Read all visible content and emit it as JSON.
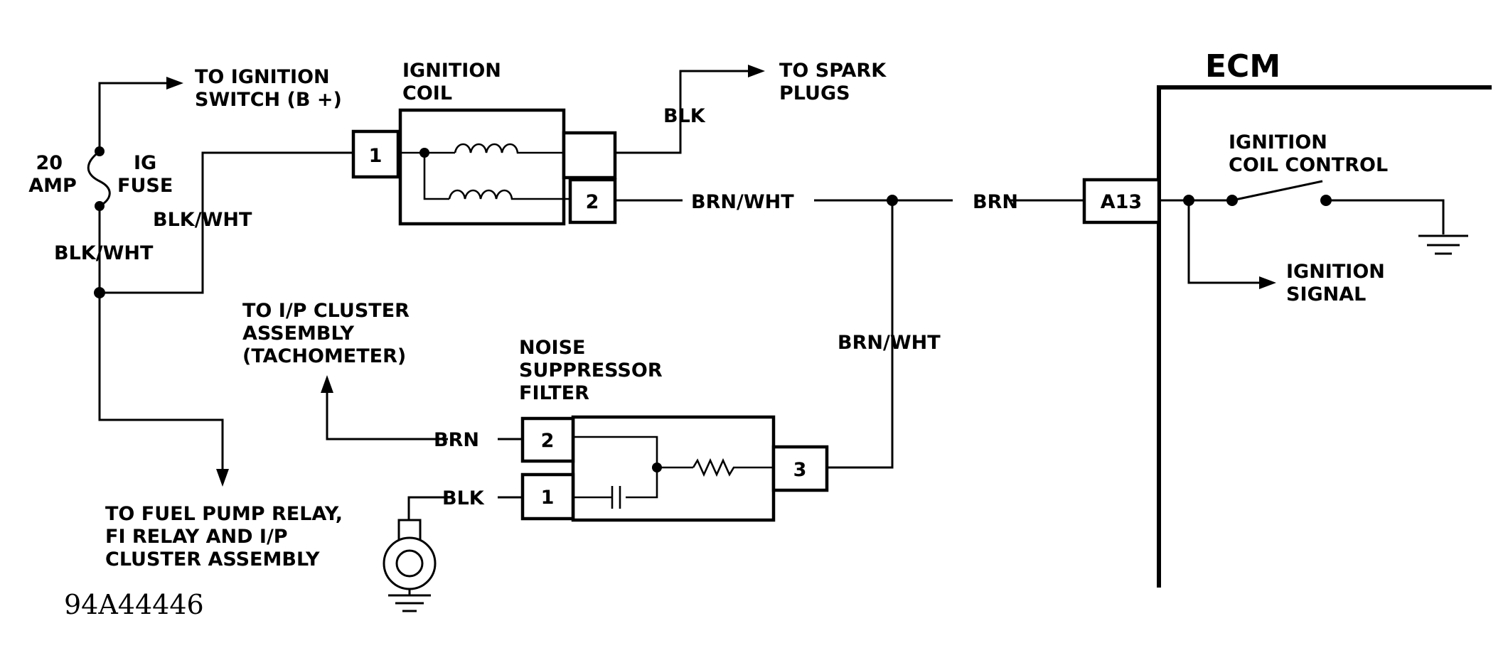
{
  "labels": {
    "to_ignition_switch": [
      "TO IGNITION",
      "SWITCH (B +)"
    ],
    "fuse_amp": [
      "20",
      "AMP"
    ],
    "fuse_name": [
      "IG",
      "FUSE"
    ],
    "ignition_coil": [
      "IGNITION",
      "COIL"
    ],
    "to_spark_plugs": [
      "TO SPARK",
      "PLUGS"
    ],
    "wire_blk_top": "BLK",
    "wire_blk_wht_upper": "BLK/WHT",
    "wire_blk_wht_lower": "BLK/WHT",
    "wire_brn_wht_mid": "BRN/WHT",
    "wire_brn_mid": "BRN",
    "wire_brn_wht_vertical": "BRN/WHT",
    "ecm": "ECM",
    "ignition_coil_control": [
      "IGNITION",
      "COIL CONTROL"
    ],
    "ignition_signal": [
      "IGNITION",
      "SIGNAL"
    ],
    "to_ip_cluster": [
      "TO I/P CLUSTER",
      "ASSEMBLY",
      "(TACHOMETER)"
    ],
    "noise_suppressor_filter": [
      "NOISE",
      "SUPPRESSOR",
      "FILTER"
    ],
    "wire_brn_filter": "BRN",
    "wire_blk_filter": "BLK",
    "to_fuel_pump_relay": [
      "TO FUEL PUMP RELAY,",
      "FI RELAY AND I/P",
      "CLUSTER ASSEMBLY"
    ],
    "figure_code": "94A44446"
  },
  "pins": {
    "coil_pin_1": "1",
    "coil_pin_2": "2",
    "ecm_a13": "A13",
    "filter_pin_2": "2",
    "filter_pin_1": "1",
    "filter_pin_3": "3"
  }
}
